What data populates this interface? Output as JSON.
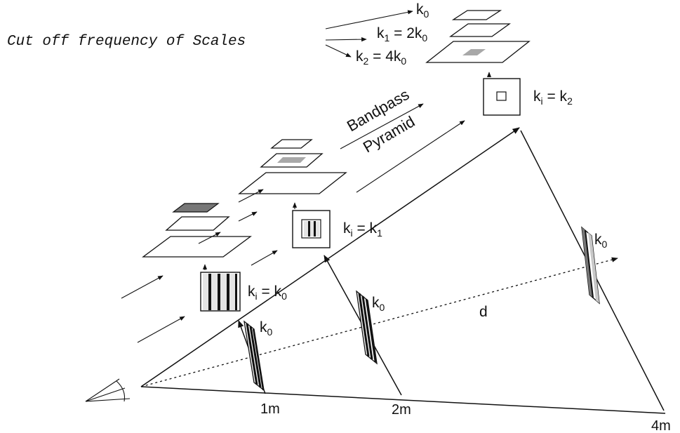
{
  "cutoff_label": "Cut off frequency of Scales",
  "scales": [
    {
      "base": "k",
      "sub": "0",
      "eq": "",
      "coef": "",
      "sub2": ""
    },
    {
      "base": "k",
      "sub": "1",
      "eq": " = ",
      "coef": "2k",
      "sub2": "0"
    },
    {
      "base": "k",
      "sub": "2",
      "eq": " = ",
      "coef": "4k",
      "sub2": "0"
    }
  ],
  "pyramid_label_top": "Bandpass",
  "pyramid_label_bottom": "Pyramid",
  "ki_labels": [
    {
      "base": "k",
      "sub": "i",
      "eq": " = k",
      "sub2": "0"
    },
    {
      "base": "k",
      "sub": "i",
      "eq": " = k",
      "sub2": "1"
    },
    {
      "base": "k",
      "sub": "i",
      "eq": " = k",
      "sub2": "2"
    }
  ],
  "grating_labels": [
    {
      "base": "k",
      "sub": "0"
    },
    {
      "base": "k",
      "sub": "0"
    },
    {
      "base": "k",
      "sub": "0"
    }
  ],
  "distance_label": "d",
  "distance_ticks": [
    "1m",
    "2m",
    "4m"
  ],
  "colors": {
    "ink": "#111111",
    "shade_dark": "#777777",
    "shade_light": "#a8a8a8",
    "stripe": "#e4e4e4"
  }
}
